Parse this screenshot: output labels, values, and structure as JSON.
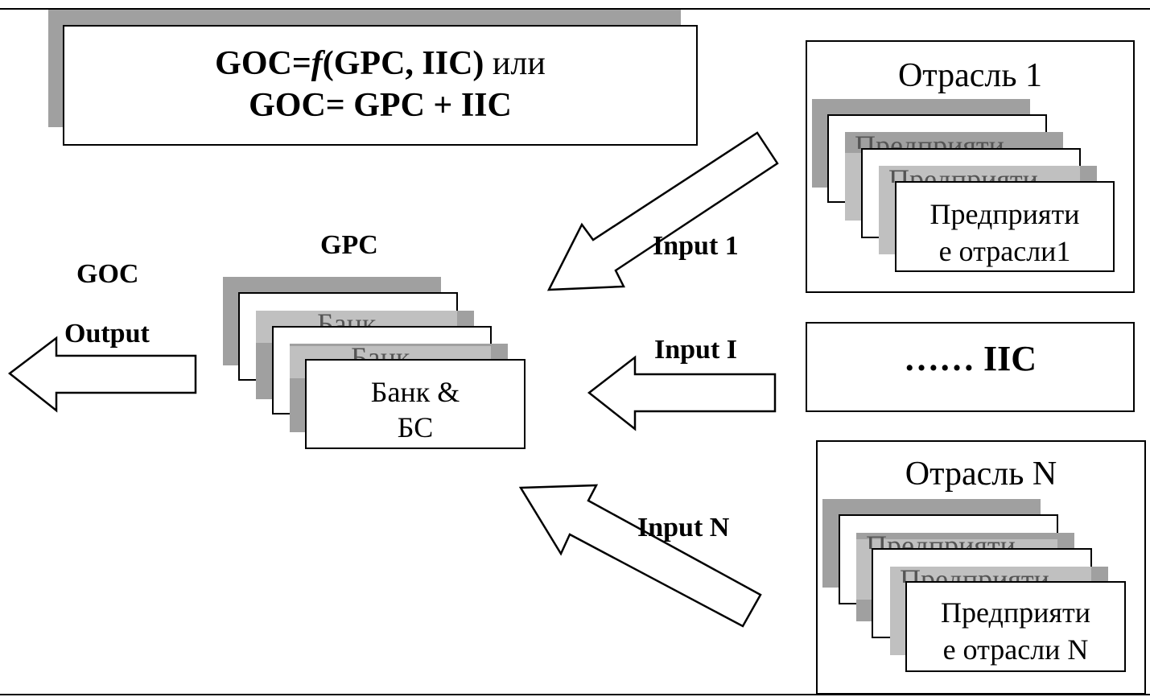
{
  "formula": {
    "line1_prefix": "GOC=",
    "line1_func": "f",
    "line1_args": "(GPC, IIC)",
    "line1_suffix": " или",
    "line2": "GOC= GPC + IIC"
  },
  "left": {
    "goc_label": "GOC",
    "output_label": "Output"
  },
  "gpc": {
    "title": "GPC",
    "ghost_label": "Банк",
    "card_line1": "Банк &",
    "card_line2": "БС"
  },
  "inputs": {
    "input_1": "Input 1",
    "input_i": "Input I",
    "input_n": "Input N"
  },
  "industry_1": {
    "title": "Отрасль 1",
    "ghost_label": "Предприяти",
    "card_line1": "Предприяти",
    "card_line2": "е отрасли1"
  },
  "iic": {
    "label": "…… IIC"
  },
  "industry_n": {
    "title": "Отрасль N",
    "ghost_label": "Предприяти",
    "card_line1": "Предприяти",
    "card_line2": "е отрасли N"
  },
  "colors": {
    "shadow_dark": "#a0a0a0",
    "shadow_light": "#c0c0c0",
    "border": "#000000",
    "background": "#ffffff"
  }
}
